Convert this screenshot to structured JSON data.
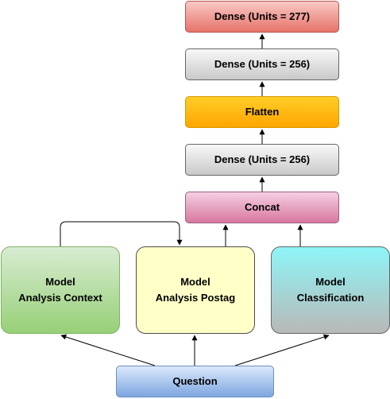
{
  "layers": {
    "dense_top": "Dense (Units = 277)",
    "dense_mid": "Dense (Units = 256)",
    "flatten": "Flatten",
    "dense_low": "Dense (Units = 256)",
    "concat": "Concat"
  },
  "models": {
    "context": {
      "line1": "Model",
      "line2": "Analysis Context"
    },
    "postag": {
      "line1": "Model",
      "line2": "Analysis Postag"
    },
    "classification": {
      "line1": "Model",
      "line2": "Classification"
    }
  },
  "input": {
    "label": "Question"
  },
  "colors": {
    "dense_output": "#e6736a",
    "dense_hidden": "#c9c9c9",
    "flatten": "#ffa500",
    "concat": "#d9779f",
    "model_context": "#97d077",
    "model_postag": "#ffffc7",
    "model_classification": "#8ef5f7",
    "question": "#7ea6e0",
    "connector": "#000000"
  }
}
